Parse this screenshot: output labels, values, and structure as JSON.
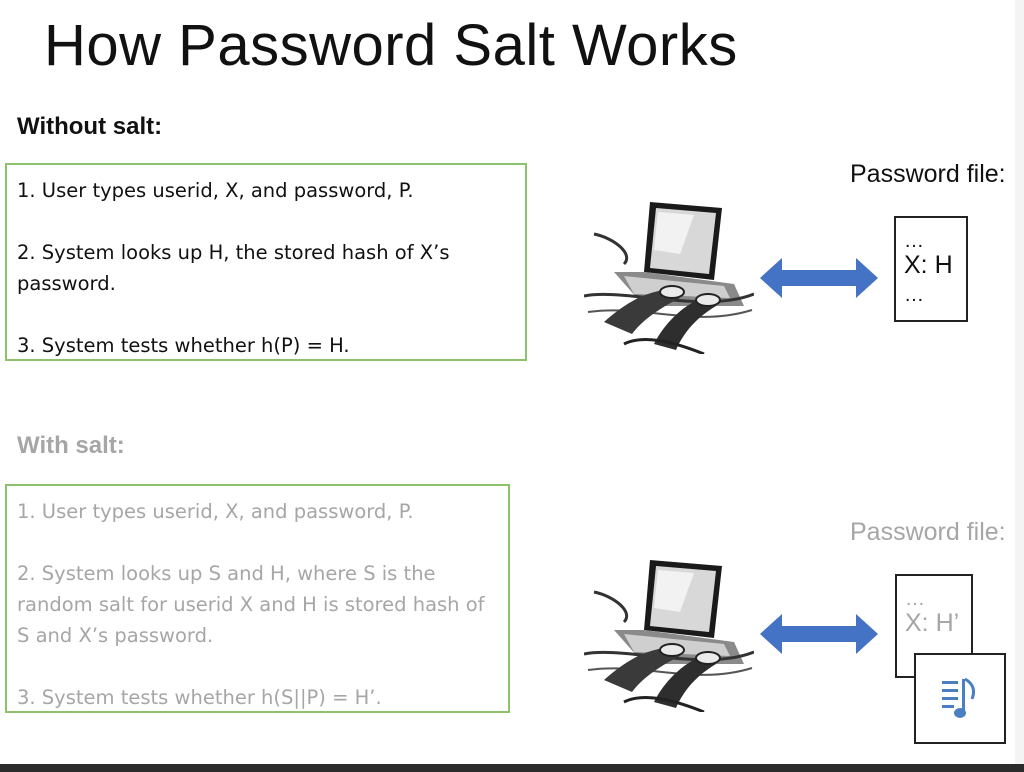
{
  "title": "How Password Salt Works",
  "without_salt": {
    "heading": "Without salt:",
    "steps": [
      "1. User types userid, X, and password, P.",
      "2. System looks up H, the stored hash of X’s password.",
      "3. System tests whether h(P) = H."
    ],
    "password_file_label": "Password file:",
    "file_lines": {
      "top": "…",
      "entry": "X: H",
      "bottom": "…"
    }
  },
  "with_salt": {
    "heading": "With salt:",
    "steps": [
      "1. User types userid, X, and password, P.",
      "2. System looks up S and H, where S is the random salt for userid X and H is stored hash of S and X’s password.",
      "3. System tests whether h(S||P) = H’."
    ],
    "password_file_label": "Password file:",
    "file_lines": {
      "top": "…",
      "entry": "X: H’"
    }
  },
  "colors": {
    "box_border": "#8cc26b",
    "arrow": "#4472c4",
    "dim_text": "#a6a6a6",
    "media_icon": "#4a7fc1"
  },
  "icons": {
    "laptop": "laptop-typing-icon",
    "arrow": "double-arrow-icon",
    "media": "audio-playlist-icon"
  }
}
